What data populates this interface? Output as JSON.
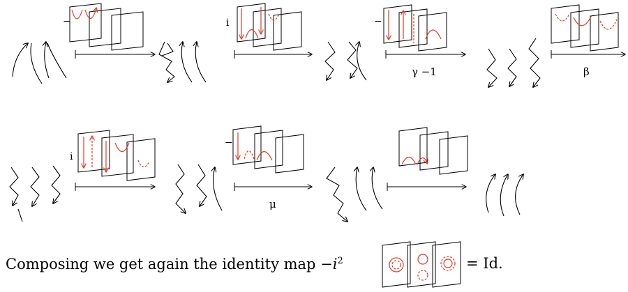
{
  "rows": [
    {
      "moves": [
        {
          "sign": "−",
          "label": ""
        },
        {
          "sign": "i",
          "label": ""
        },
        {
          "sign": "−",
          "label": "γ −1"
        },
        {
          "sign": "",
          "label": "β"
        }
      ]
    },
    {
      "moves": [
        {
          "sign": "i",
          "label": ""
        },
        {
          "sign": "−",
          "label": "μ"
        },
        {
          "sign": "",
          "label": ""
        }
      ]
    }
  ],
  "caption": {
    "text": "Composing we get again the identity map",
    "prefix": "−i",
    "power": "2",
    "suffix": "= Id."
  },
  "colors": {
    "ink": "#000000",
    "red": "#e8381f"
  }
}
